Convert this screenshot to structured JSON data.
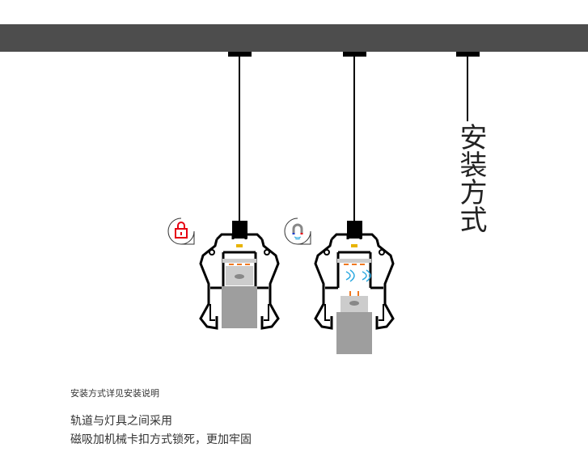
{
  "title": "安装方式",
  "note": "安装方式详见安装说明",
  "description": [
    "轨道与灯具之间采用",
    "磁吸加机械卡扣方式锁死，更加牢固"
  ],
  "icons": [
    "lock-icon",
    "magnet-icon"
  ],
  "colors": {
    "track": "#4d4d4d",
    "lock": "#e60012",
    "magnet_wave": "#29a8e0",
    "contact": "#f07820",
    "body": "#9e9e9e"
  }
}
